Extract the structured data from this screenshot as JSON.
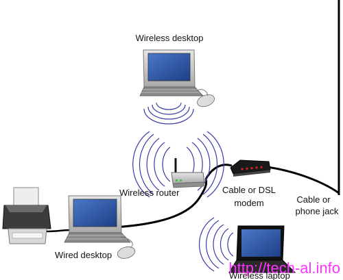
{
  "labels": {
    "wireless_desktop": "Wireless desktop",
    "wireless_router": "Wireless router",
    "modem_line1": "Cable or DSL",
    "modem_line2": "modem",
    "jack_line1": "Cable or",
    "jack_line2": "phone jack",
    "wired_desktop": "Wired desktop",
    "wireless_laptop": "Wireless laptop"
  },
  "watermark": "http://tech-al.info",
  "colors": {
    "watermark": "#ff33ff",
    "signal_waves": "#3a3aa8",
    "cable": "#000000",
    "modem_leds": "#e02020",
    "monitor_screen": "#2b4f9e"
  }
}
